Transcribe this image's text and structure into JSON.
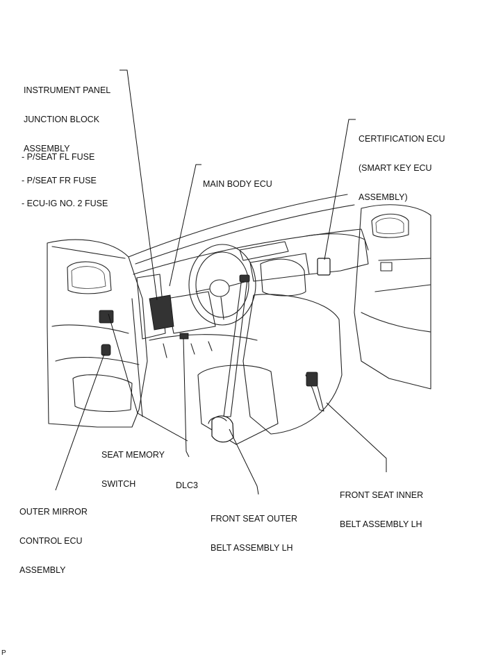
{
  "labels": {
    "instrument_panel": [
      "INSTRUMENT PANEL",
      "JUNCTION BLOCK",
      "ASSEMBLY"
    ],
    "fuses": [
      "- P/SEAT FL FUSE",
      "- P/SEAT FR FUSE",
      "- ECU-IG NO. 2 FUSE"
    ],
    "main_body_ecu": [
      "MAIN BODY ECU"
    ],
    "certification_ecu": [
      "CERTIFICATION ECU",
      "(SMART KEY ECU",
      "ASSEMBLY)"
    ],
    "seat_memory_switch": [
      "SEAT MEMORY",
      "SWITCH"
    ],
    "dlc3": [
      "DLC3"
    ],
    "outer_mirror": [
      "OUTER MIRROR",
      "CONTROL ECU",
      "ASSEMBLY"
    ],
    "front_seat_outer": [
      "FRONT SEAT OUTER",
      "BELT ASSEMBLY LH"
    ],
    "front_seat_inner": [
      "FRONT SEAT INNER",
      "BELT ASSEMBLY LH"
    ],
    "corner_mark": "P"
  }
}
